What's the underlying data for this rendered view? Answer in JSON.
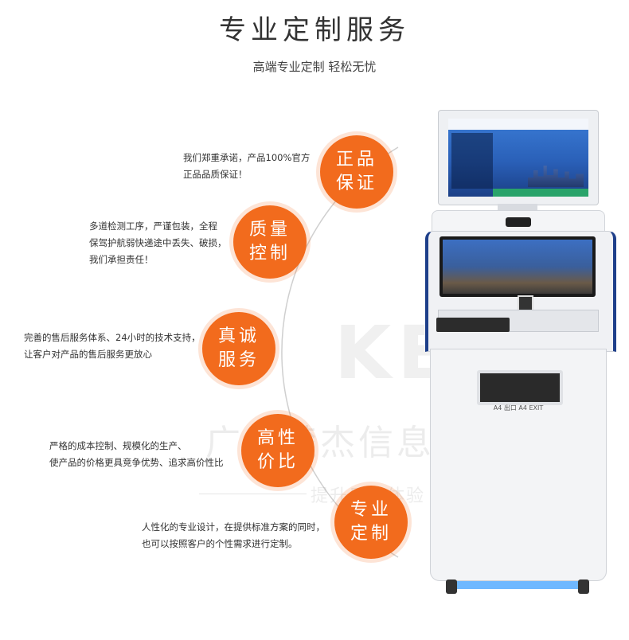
{
  "header": {
    "title": "专业定制服务",
    "subtitle": "高端专业定制 轻松无忧"
  },
  "features": [
    {
      "badge_line1": "正品",
      "badge_line2": "保证",
      "desc_lines": [
        "我们郑重承诺，产品100%官方",
        "正品品质保证！"
      ]
    },
    {
      "badge_line1": "质量",
      "badge_line2": "控制",
      "desc_lines": [
        "多道检测工序，严谨包装，全程",
        "保驾护航弱快递途中丢失、破损，",
        "我们承担责任！"
      ]
    },
    {
      "badge_line1": "真诚",
      "badge_line2": "服务",
      "desc_lines": [
        "完善的售后服务体系、24小时的技术支持，",
        "让客户对产品的售后服务更放心"
      ]
    },
    {
      "badge_line1": "高性",
      "badge_line2": "价比",
      "desc_lines": [
        "严格的成本控制、规模化的生产、",
        "使产品的价格更具竞争优势、追求高价性比"
      ]
    },
    {
      "badge_line1": "专业",
      "badge_line2": "定制",
      "desc_lines": [
        "人性化的专业设计，在提供标准方案的同时，",
        "也可以按照客户的个性需求进行定制。"
      ]
    }
  ],
  "watermark": {
    "logo": "KER",
    "company": "广州楚杰信息科技有限",
    "slogan": "提升用户体验 · 创造应用价值"
  },
  "kiosk": {
    "print_label": "A4 出口  A4 EXIT"
  },
  "colors": {
    "accent": "#f26b1d",
    "arc": "#cfcfcf"
  }
}
